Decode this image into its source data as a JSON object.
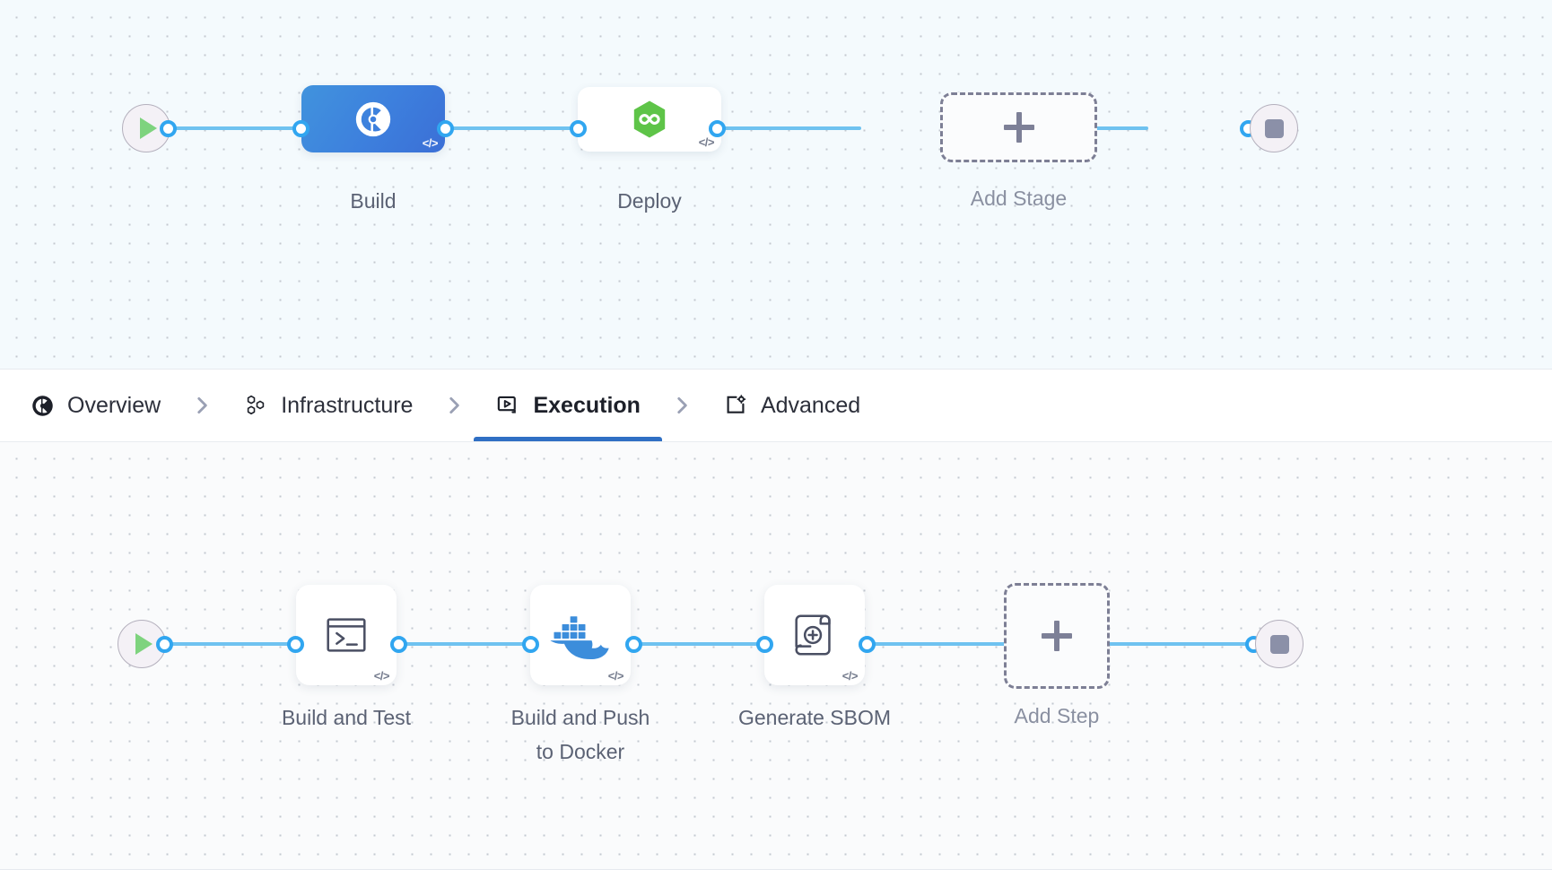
{
  "pipeline": {
    "stages_pane": {
      "start_node": {
        "name": "start-node",
        "icon": "play-icon"
      },
      "end_node": {
        "name": "end-node",
        "icon": "stop-icon"
      },
      "add_stage_label": "Add Stage",
      "stages": [
        {
          "label": "Build",
          "icon": "harness-ci-icon",
          "badge": "</>",
          "selected": true,
          "color": "#3d7fdd"
        },
        {
          "label": "Deploy",
          "icon": "harness-cd-icon",
          "badge": "</>",
          "selected": false,
          "color": "#5ec448"
        }
      ]
    },
    "tabs": [
      {
        "label": "Overview",
        "icon": "overview-icon",
        "active": false
      },
      {
        "label": "Infrastructure",
        "icon": "infrastructure-icon",
        "active": false
      },
      {
        "label": "Execution",
        "icon": "execution-icon",
        "active": true
      },
      {
        "label": "Advanced",
        "icon": "advanced-icon",
        "active": false
      }
    ],
    "tab_separator": "chevron-right-icon",
    "steps_pane": {
      "start_node": {
        "name": "start-node",
        "icon": "play-icon"
      },
      "end_node": {
        "name": "end-node",
        "icon": "stop-icon"
      },
      "add_step_label": "Add Step",
      "steps": [
        {
          "label": "Build and Test",
          "icon": "terminal-icon",
          "badge": "</>"
        },
        {
          "label": "Build and Push\nto Docker",
          "icon": "docker-icon",
          "badge": "</>"
        },
        {
          "label": "Generate SBOM",
          "icon": "sbom-scroll-icon",
          "badge": "</>"
        }
      ]
    }
  },
  "colors": {
    "edge": "#6fc2f0",
    "port_ring": "#31a6f0",
    "active_tab_underline": "#2f6fc4",
    "stage_selected": "#3d7fdd",
    "cd_green": "#5ec448",
    "docker_blue": "#3c8ddb"
  }
}
